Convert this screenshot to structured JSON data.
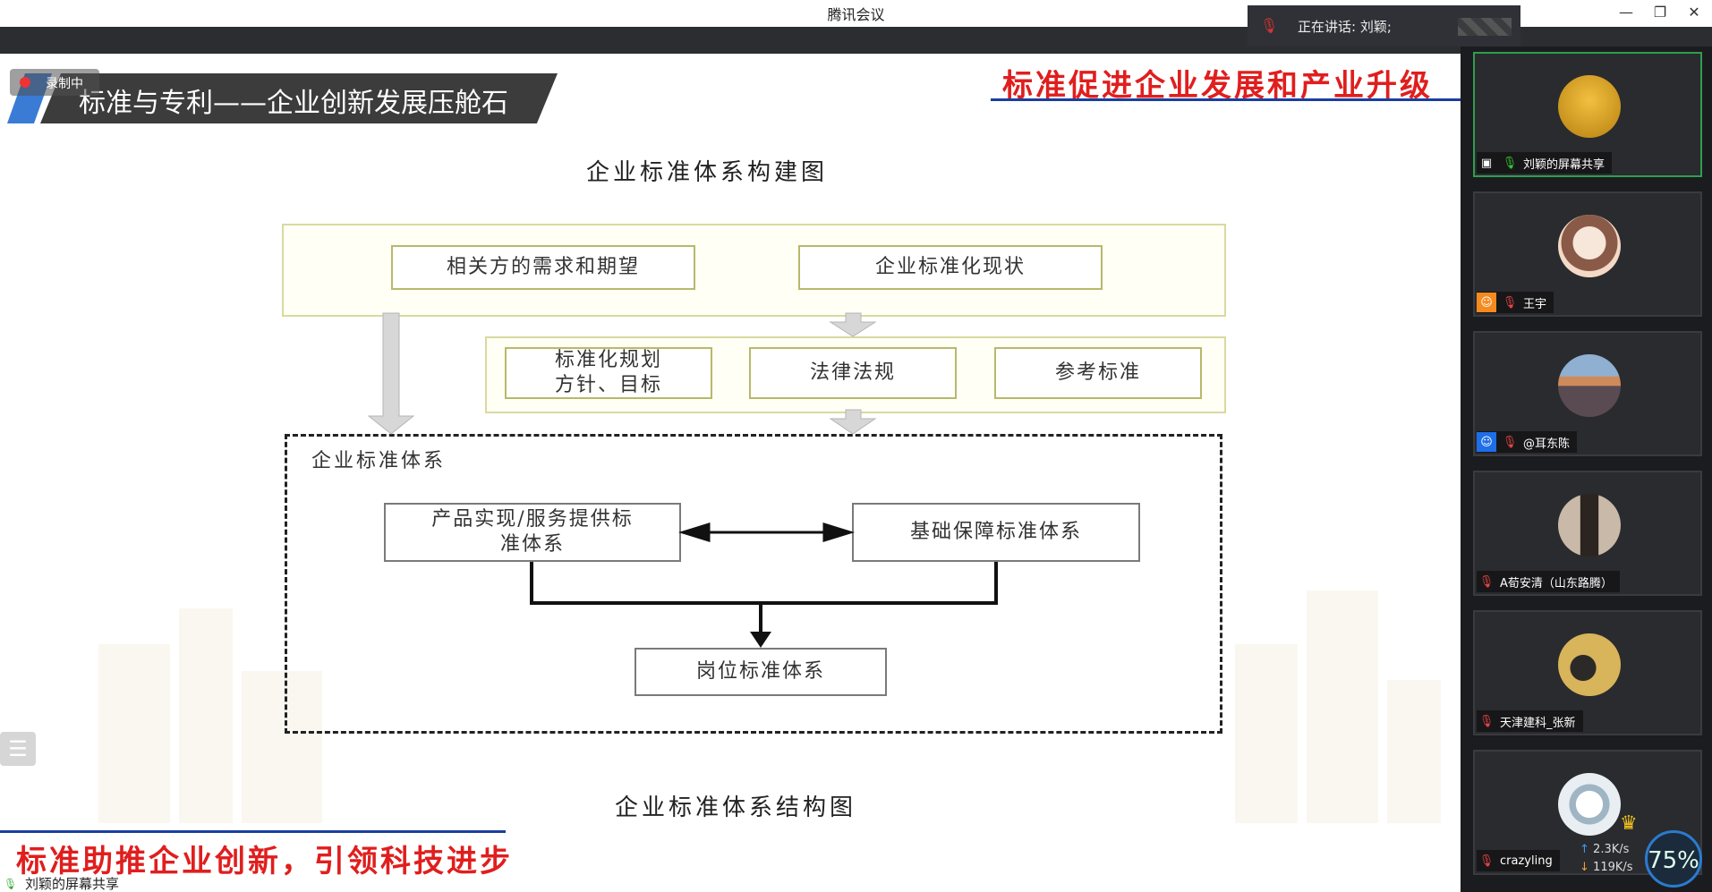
{
  "window": {
    "title": "腾讯会议",
    "minimize_icon": "minimize-icon",
    "restore_icon": "restore-icon",
    "close_icon": "close-icon"
  },
  "speaking": {
    "label": "正在讲话: 刘颖;"
  },
  "recording": {
    "label": "录制中"
  },
  "slide": {
    "title": "标准与专利——企业创新发展压舱石",
    "slogan_top": "标准促进企业发展和产业升级",
    "heading": "企业标准体系构建图",
    "caption": "企业标准体系结构图",
    "slogan_bottom": "标准助推企业创新，引领科技进步",
    "diagram": {
      "box_demand": "相关方的需求和期望",
      "box_status": "企业标准化现状",
      "box_plan_line1": "标准化规划",
      "box_plan_line2": "方针、目标",
      "box_law": "法律法规",
      "box_ref": "参考标准",
      "system_label": "企业标准体系",
      "box_product_line1": "产品实现/服务提供标",
      "box_product_line2": "准体系",
      "box_base": "基础保障标准体系",
      "box_post": "岗位标准体系"
    }
  },
  "participants": [
    {
      "name": "刘颖的屏幕共享",
      "active": true,
      "mic": "on",
      "badge": "screen-share-icon",
      "avatar_color": "#d49a1c"
    },
    {
      "name": "王宇",
      "active": false,
      "mic": "off",
      "badge": "user-icon",
      "avatar_color": "#f3d9c6"
    },
    {
      "name": "@耳东陈",
      "active": false,
      "mic": "off",
      "badge": "user-icon",
      "avatar_color": "#7a5a6e"
    },
    {
      "name": "A荀安清（山东路腾）",
      "active": false,
      "mic": "off",
      "badge": "",
      "avatar_color": "#6b5540"
    },
    {
      "name": "天津建科_张新",
      "active": false,
      "mic": "off",
      "badge": "",
      "avatar_color": "#c9a24a"
    },
    {
      "name": "crazyling",
      "active": false,
      "mic": "off",
      "badge": "",
      "avatar_color": "#e8eef2"
    }
  ],
  "network": {
    "up": "2.3K/s",
    "down": "119K/s",
    "percent": "75%"
  },
  "status_bar": {
    "label": "刘颖的屏幕共享"
  },
  "colors": {
    "slogan_red": "#e01e1e",
    "accent_blue": "#1a3f9e",
    "active_green": "#2e9e4f"
  }
}
